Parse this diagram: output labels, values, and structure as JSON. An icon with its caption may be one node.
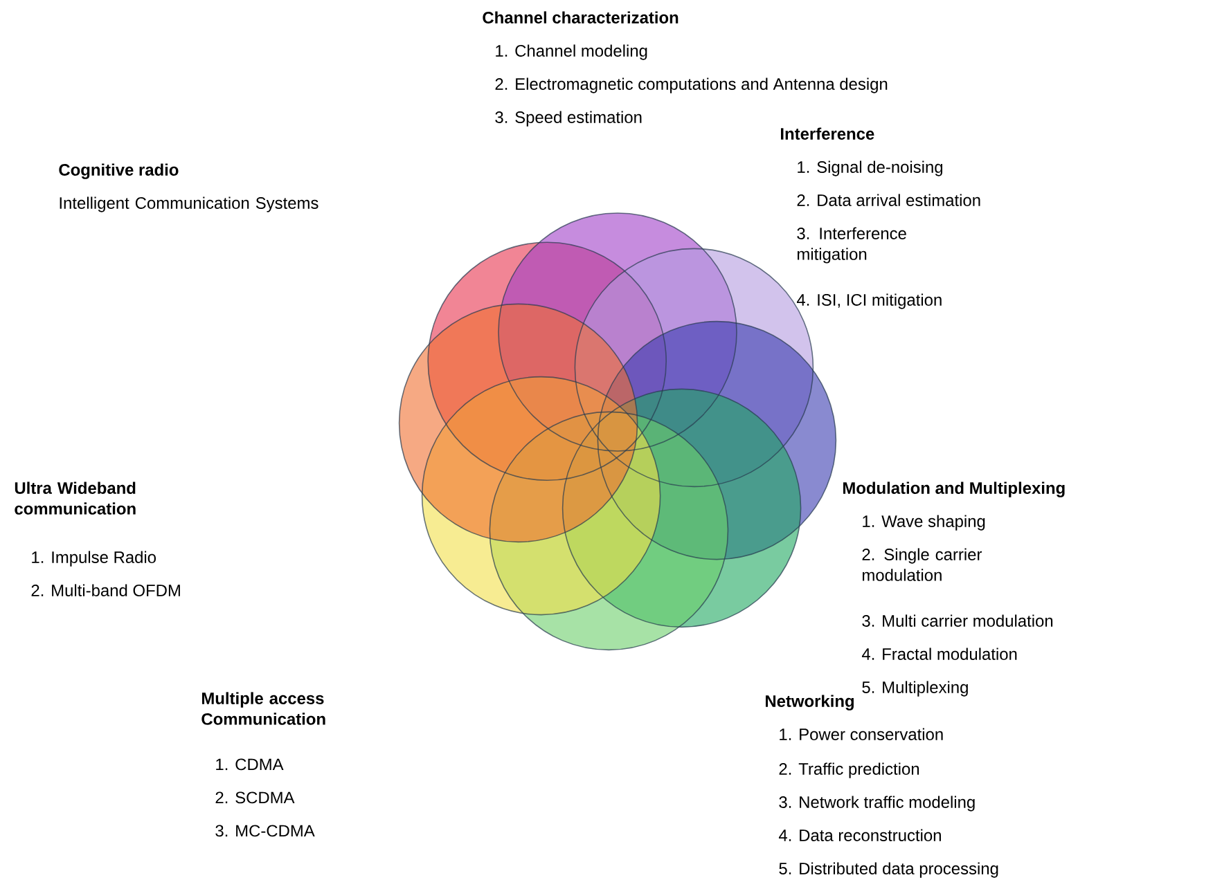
{
  "diagram": {
    "labels": [
      "Channel characterization",
      "1. Channel modeling",
      "2. Electromagnetic computations and Antenna design",
      "3. Speed estimation",
      "Interference",
      "1. Signal de-noising",
      "2. Data arrival estimation",
      "3. Interference mitigation",
      "4. ISI, ICI mitigation",
      "Cognitive radio",
      "Intelligent Communication Systems",
      "Ultra Wideband communication",
      "1. Impulse Radio",
      "2. Multi-band OFDM",
      "Modulation and Multiplexing",
      "1. Wave shaping",
      "2. Single carrier modulation",
      "3. Multi carrier modulation",
      "4. Fractal modulation",
      "5. Multiplexing",
      "Multiple access Communication",
      "1. CDMA",
      "2. SCDMA",
      "3. MC-CDMA",
      "Networking",
      "1. Power conservation",
      "2. Traffic prediction",
      "3. Network traffic modeling",
      "4. Data reconstruction",
      "5. Distributed data processing"
    ]
  }
}
